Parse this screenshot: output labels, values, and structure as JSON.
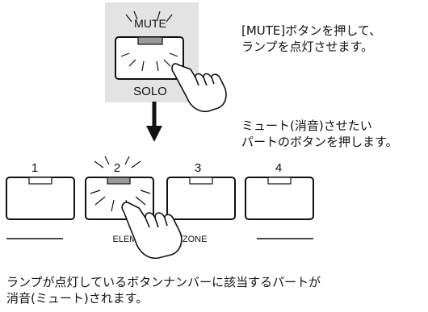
{
  "panel": {
    "mute_label": "MUTE",
    "solo_label": "SOLO"
  },
  "instructions": {
    "step1": [
      "[MUTE]ボタンを押して、",
      "ランプを点灯させます。"
    ],
    "step2": [
      "ミュート(消音)させたい",
      "パートのボタンを押します。"
    ],
    "result": [
      "ランプが点灯しているボタンナンバーに該当するパートが",
      "消音(ミュート)されます。"
    ]
  },
  "part_buttons": [
    {
      "number": "1",
      "lamp": "off"
    },
    {
      "number": "2",
      "lamp": "on"
    },
    {
      "number": "3",
      "lamp": "off"
    },
    {
      "number": "4",
      "lamp": "off"
    }
  ],
  "group_label": "ELEMENT/PART/ZONE",
  "colors": {
    "panel_bg": "#e3e3e3",
    "lamp_on": "#9a9a9a",
    "lamp_off": "#ffffff",
    "ink": "#111111"
  }
}
